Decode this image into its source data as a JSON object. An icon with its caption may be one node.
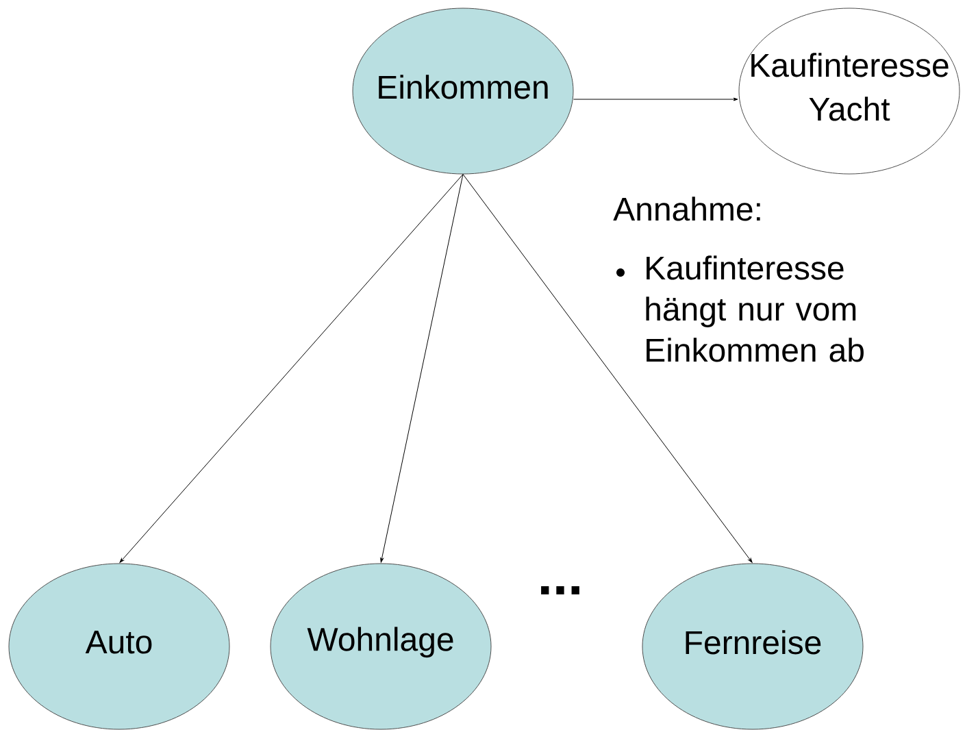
{
  "diagram": {
    "nodes": [
      {
        "text": [
          "Einkommen"
        ]
      },
      {
        "text": [
          "Kaufinteresse Yacht"
        ]
      },
      {
        "text": [
          "Auto"
        ]
      },
      {
        "text": [
          "Wohnlage"
        ]
      },
      {
        "text": [
          "Fernreise"
        ]
      }
    ],
    "edges": [
      {
        "from": 0,
        "to": 1,
        "arrow": "to"
      },
      {
        "from": 0,
        "to": 2,
        "arrow": "to"
      },
      {
        "from": 0,
        "to": 3,
        "arrow": "to"
      },
      {
        "from": 0,
        "to": 4,
        "arrow": "to"
      }
    ],
    "labels": [
      "Annahme:",
      "Kaufinteresse hängt nur vom Einkommen ab",
      "..."
    ]
  }
}
